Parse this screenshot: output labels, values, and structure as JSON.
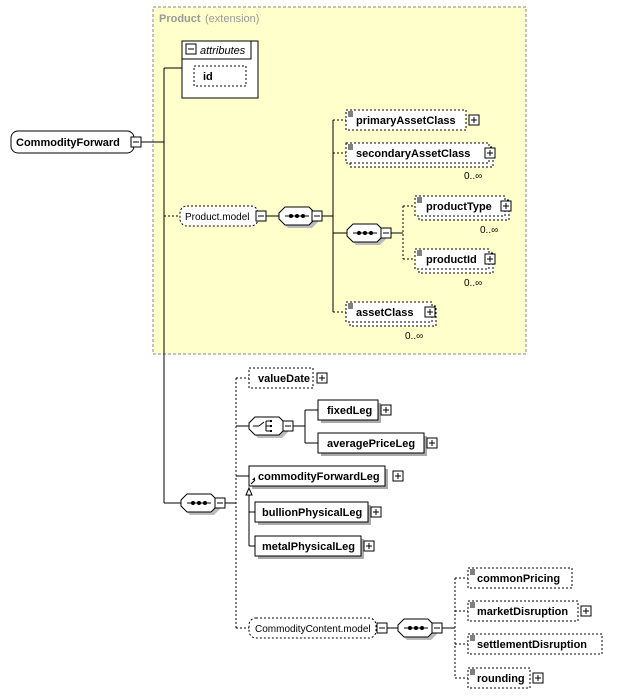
{
  "extension": {
    "name": "Product",
    "suffix": "(extension)"
  },
  "attributes": {
    "title": "attributes",
    "items": [
      "id"
    ]
  },
  "root": "CommodityForward",
  "product_model": {
    "label": "Product.model",
    "primaryAssetClass": {
      "label": "primaryAssetClass"
    },
    "secondaryAssetClass": {
      "label": "secondaryAssetClass",
      "card": "0..∞"
    },
    "productType": {
      "label": "productType",
      "card": "0..∞"
    },
    "productId": {
      "label": "productId",
      "card": "0..∞"
    },
    "assetClass": {
      "label": "assetClass",
      "card": "0..∞"
    }
  },
  "valueDate": "valueDate",
  "fixedLeg": "fixedLeg",
  "averagePriceLeg": "averagePriceLeg",
  "commodityForwardLeg": "commodityForwardLeg",
  "bullionPhysicalLeg": "bullionPhysicalLeg",
  "metalPhysicalLeg": "metalPhysicalLeg",
  "commodity_content": {
    "label": "CommodityContent.model",
    "items": [
      "commonPricing",
      "marketDisruption",
      "settlementDisruption",
      "rounding"
    ]
  }
}
